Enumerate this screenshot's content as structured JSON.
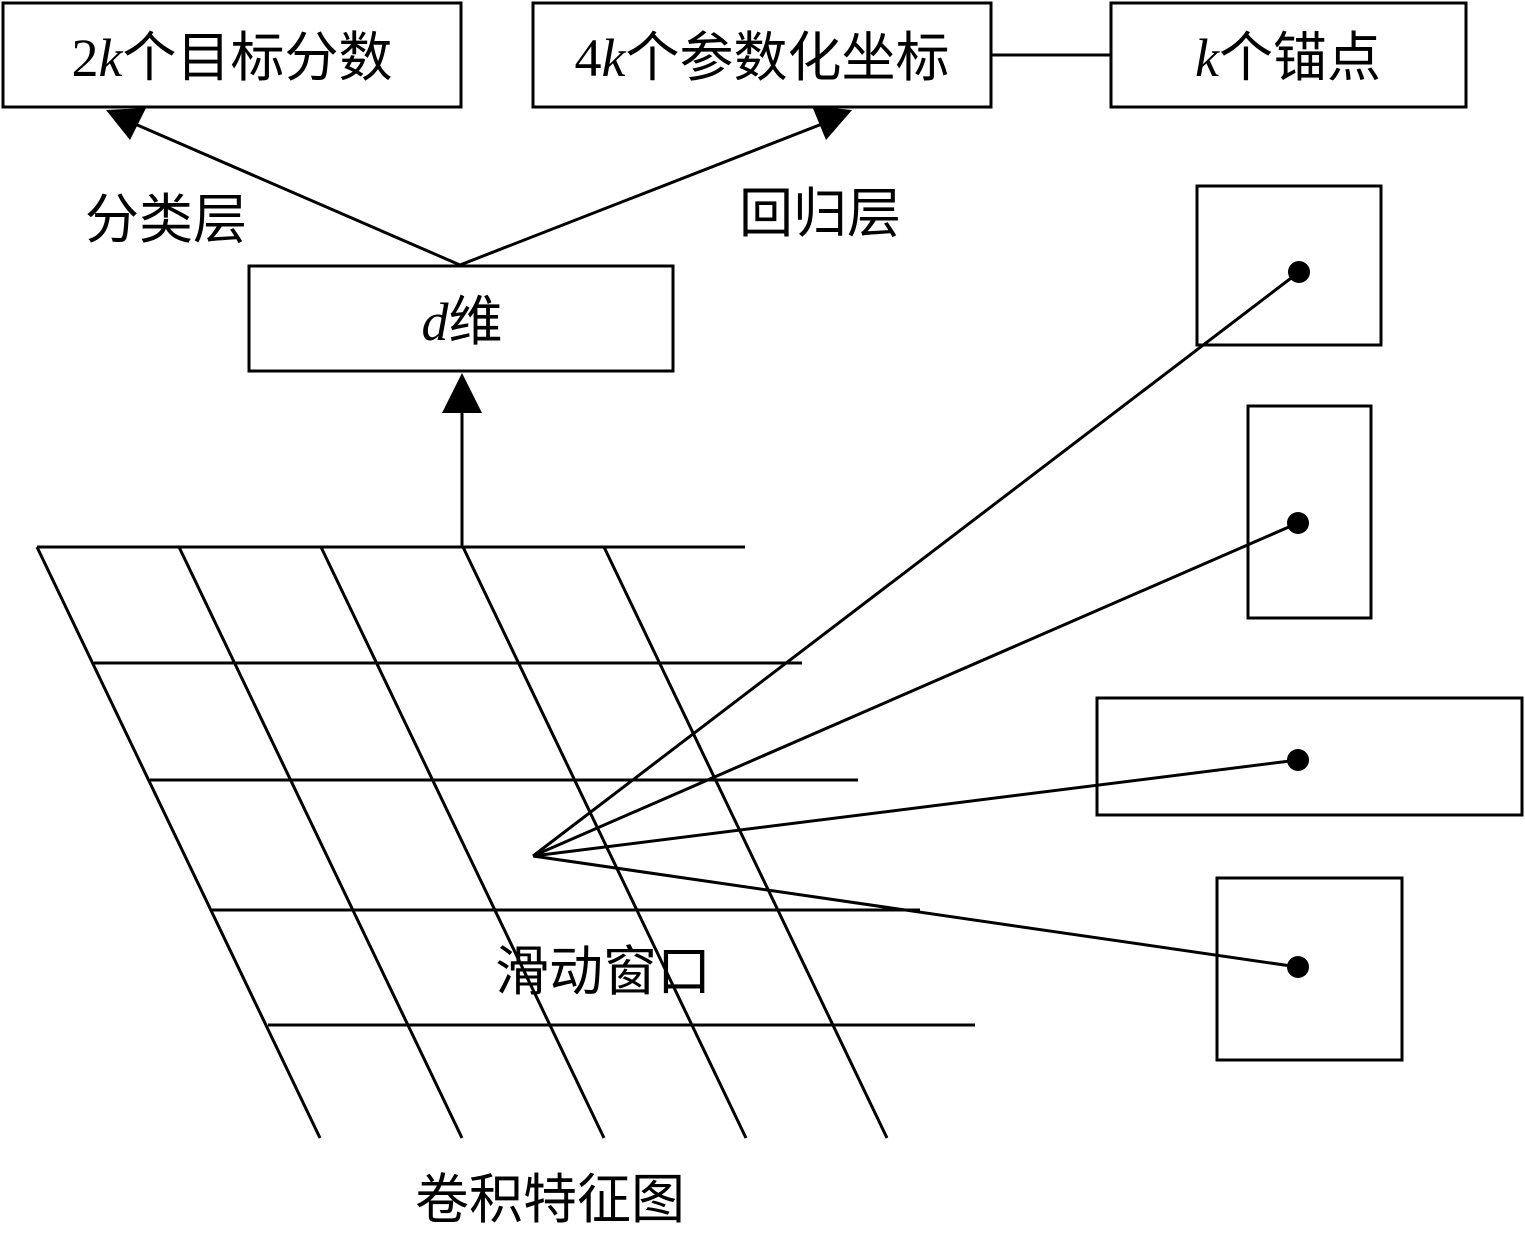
{
  "top_boxes": {
    "scores": {
      "prefix": "2",
      "var": "k",
      "text": "个目标分数"
    },
    "coords": {
      "prefix": "4",
      "var": "k",
      "text": "个参数化坐标"
    },
    "anchors": {
      "prefix": "",
      "var": "k",
      "text": "个锚点"
    }
  },
  "layers": {
    "classification": "分类层",
    "regression": "回归层"
  },
  "feature_box": {
    "var": "d",
    "text": "维"
  },
  "sliding_window": "滑动窗口",
  "feature_map": "卷积特征图"
}
